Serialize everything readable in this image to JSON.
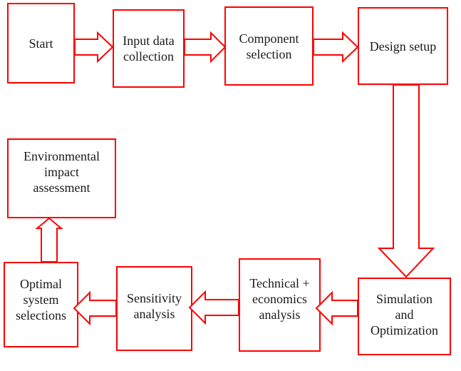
{
  "diagram": {
    "type": "flowchart",
    "accent_color": "#ff0000",
    "text_color": "#1a1a1a",
    "background_color": "#ffffff",
    "nodes": {
      "start": {
        "label": "Start"
      },
      "input": {
        "label": "Input data\ncollection"
      },
      "component": {
        "label": "Component\nselection"
      },
      "design": {
        "label": "Design setup"
      },
      "env": {
        "label": "Environmental\nimpact\nassessment"
      },
      "optimal": {
        "label": "Optimal\nsystem\nselections"
      },
      "sensitivity": {
        "label": "Sensitivity\nanalysis"
      },
      "technical": {
        "label": "Technical +\neconomics\nanalysis"
      },
      "simulation": {
        "label": "Simulation\nand\nOptimization"
      }
    },
    "edges": [
      {
        "from": "start",
        "to": "input",
        "direction": "right"
      },
      {
        "from": "input",
        "to": "component",
        "direction": "right"
      },
      {
        "from": "component",
        "to": "design",
        "direction": "right"
      },
      {
        "from": "design",
        "to": "simulation",
        "direction": "down"
      },
      {
        "from": "simulation",
        "to": "technical",
        "direction": "left"
      },
      {
        "from": "technical",
        "to": "sensitivity",
        "direction": "left"
      },
      {
        "from": "sensitivity",
        "to": "optimal",
        "direction": "left"
      },
      {
        "from": "optimal",
        "to": "env",
        "direction": "up"
      }
    ]
  }
}
